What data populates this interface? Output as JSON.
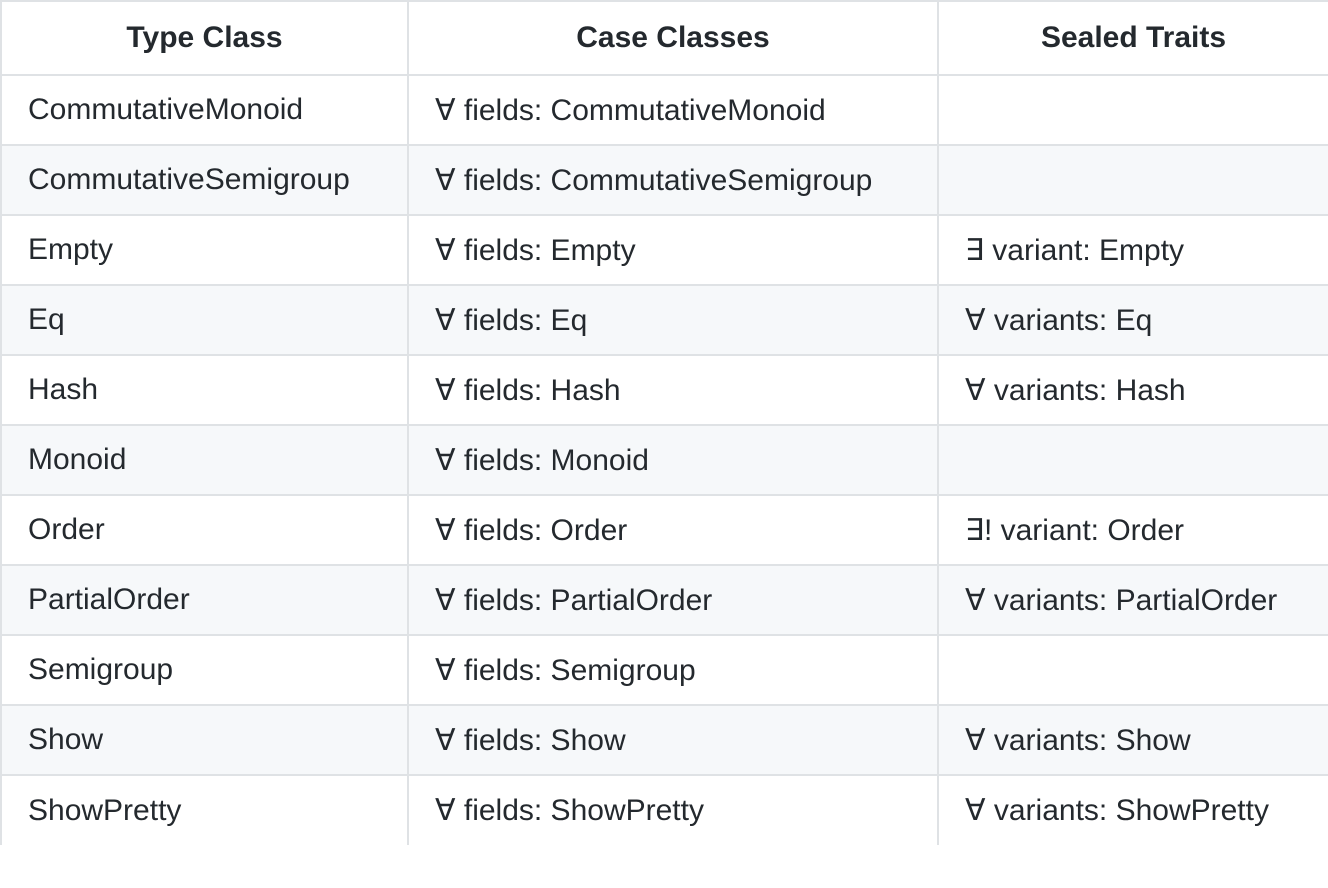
{
  "table": {
    "headers": [
      "Type Class",
      "Case Classes",
      "Sealed Traits"
    ],
    "rows": [
      [
        "CommutativeMonoid",
        "∀ fields: CommutativeMonoid",
        ""
      ],
      [
        "CommutativeSemigroup",
        "∀ fields: CommutativeSemigroup",
        ""
      ],
      [
        "Empty",
        "∀ fields: Empty",
        "∃ variant: Empty"
      ],
      [
        "Eq",
        "∀ fields: Eq",
        "∀ variants: Eq"
      ],
      [
        "Hash",
        "∀ fields: Hash",
        "∀ variants: Hash"
      ],
      [
        "Monoid",
        "∀ fields: Monoid",
        ""
      ],
      [
        "Order",
        "∀ fields: Order",
        "∃! variant: Order"
      ],
      [
        "PartialOrder",
        "∀ fields: PartialOrder",
        "∀ variants: PartialOrder"
      ],
      [
        "Semigroup",
        "∀ fields: Semigroup",
        ""
      ],
      [
        "Show",
        "∀ fields: Show",
        "∀ variants: Show"
      ],
      [
        "ShowPretty",
        "∀ fields: ShowPretty",
        "∀ variants: ShowPretty"
      ]
    ]
  }
}
